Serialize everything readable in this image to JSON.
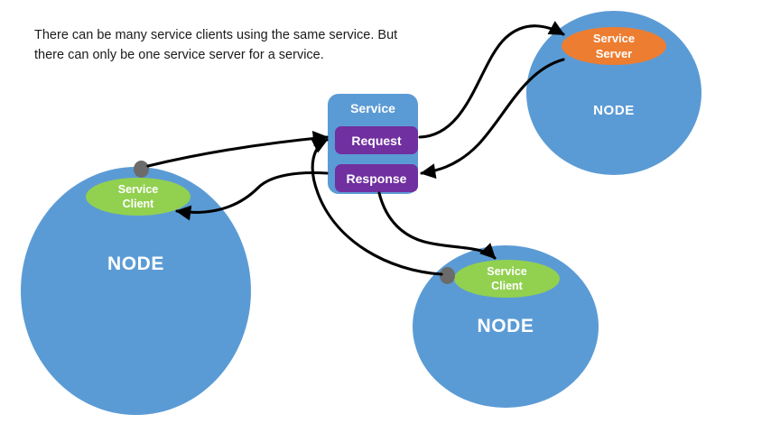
{
  "caption": {
    "text": "There can be many service clients using the same service. But\nthere can only be one service server for a service."
  },
  "colors": {
    "node_blue": "#5B9BD5",
    "client_green": "#92D050",
    "server_orange": "#ED7D31",
    "message_purple": "#7030A0",
    "connector_dot_gray": "#6B6B6B",
    "arrow_black": "#000000",
    "background": "#FFFFFF",
    "text_dark": "#1A1A1A",
    "text_light": "#FFFFFF"
  },
  "service": {
    "title": "Service",
    "messages": [
      {
        "label": "Request"
      },
      {
        "label": "Response"
      }
    ]
  },
  "nodes": [
    {
      "id": "node-top-right",
      "label": "NODE",
      "endpoint": {
        "kind": "server",
        "line1": "Service",
        "line2": "Server"
      }
    },
    {
      "id": "node-left",
      "label": "NODE",
      "endpoint": {
        "kind": "client",
        "line1": "Service",
        "line2": "Client"
      }
    },
    {
      "id": "node-bottom",
      "label": "NODE",
      "endpoint": {
        "kind": "client",
        "line1": "Service",
        "line2": "Client"
      }
    }
  ],
  "edges": [
    {
      "id": "edge-left-client-to-request",
      "from": "node-left.service-client",
      "to": "service.request"
    },
    {
      "id": "edge-response-to-left-client",
      "from": "service.response",
      "to": "node-left.service-client"
    },
    {
      "id": "edge-bottom-client-to-request",
      "from": "node-bottom.service-client",
      "to": "service.request"
    },
    {
      "id": "edge-response-to-bottom-client",
      "from": "service.response",
      "to": "node-bottom.service-client"
    },
    {
      "id": "edge-request-to-server",
      "from": "service.request",
      "to": "node-top-right.service-server"
    },
    {
      "id": "edge-server-to-response",
      "from": "node-top-right.service-server",
      "to": "service.response"
    }
  ]
}
